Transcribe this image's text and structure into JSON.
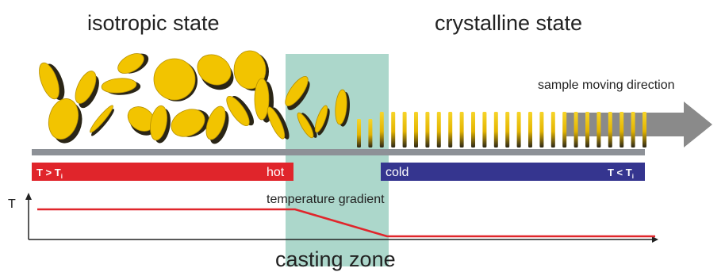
{
  "labels": {
    "isotropic_state": "isotropic state",
    "crystalline_state": "crystalline state",
    "sample_moving_direction": "sample moving direction",
    "temperature_gradient": "temperature gradient",
    "casting_zone": "casting zone",
    "axis_t": "T"
  },
  "hot_bar": {
    "left_main": "T > T",
    "left_sub": "i",
    "right": "hot"
  },
  "cold_bar": {
    "left": "cold",
    "right_main": "T < T",
    "right_sub": "i"
  },
  "colors": {
    "hot": "#e0252b",
    "cold": "#35358f",
    "casting_zone": "#9dd0c2",
    "substrate": "#8d9197",
    "arrow": "#8a8a8a",
    "disk_gold": "#f2c400",
    "disk_dark": "#2a2516",
    "temperature_line": "#e0252b"
  },
  "icons": {
    "disk": "disc-molecule-icon",
    "direction_arrow": "right-arrow-icon"
  }
}
